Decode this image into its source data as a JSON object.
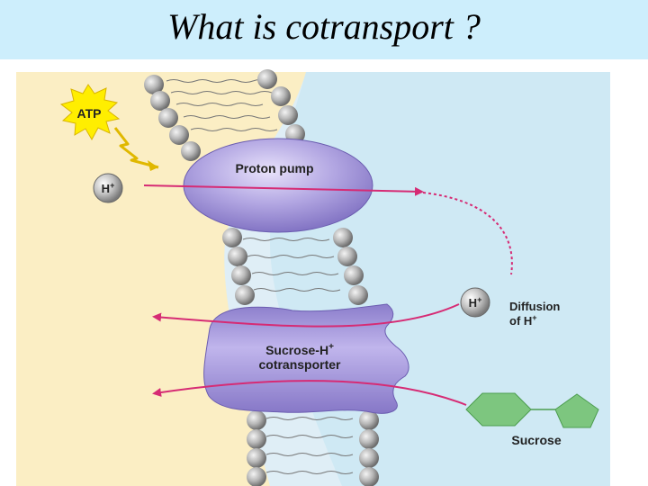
{
  "title": "What is cotransport ?",
  "diagram": {
    "atp_label": "ATP",
    "proton_left_label": "H",
    "proton_right_label": "H",
    "proton_superscript": "+",
    "proton_pump_label": "Proton pump",
    "cotransporter_label_line1": "Sucrose-H",
    "cotransporter_label_line1_sup": "+",
    "cotransporter_label_line2": "cotransporter",
    "diffusion_label_line1": "Diffusion",
    "diffusion_label_line2": "of H",
    "diffusion_label_sup": "+",
    "sucrose_label": "Sucrose"
  },
  "colors": {
    "header_bg": "#cdeefc",
    "cytoplasm": "#fbeec4",
    "exterior": "#cfe9f4",
    "protein": "#a596d6",
    "arrow": "#d62b74",
    "atp": "#ffee00",
    "sucrose": "#7dc67f",
    "lipid_head": "#a7a7a7"
  }
}
